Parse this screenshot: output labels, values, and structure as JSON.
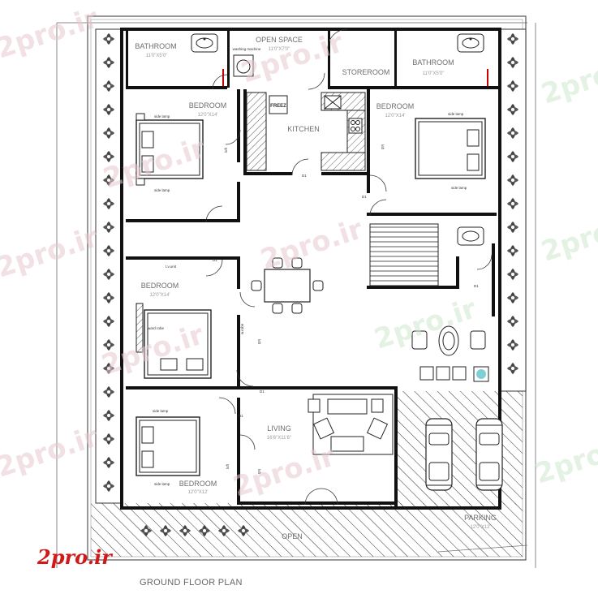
{
  "title": "GROUND FLOOR PLAN",
  "logo": "2pro.ir",
  "watermark": "2pro.ir",
  "rooms": {
    "bathroom_left": {
      "name": "BATHROOM",
      "dim": "11'0\"X5'0\""
    },
    "open_space": {
      "name": "OPEN SPACE",
      "dim": "11'0\"X7'0\""
    },
    "storeroom": {
      "name": "STOREROOM",
      "dim": ""
    },
    "bathroom_right": {
      "name": "BATHROOM",
      "dim": "11'0\"X5'0\""
    },
    "bedroom_top_left": {
      "name": "BEDROOM",
      "dim": "12'0\"X14'"
    },
    "kitchen": {
      "name": "KITCHEN",
      "dim": ""
    },
    "bedroom_top_right": {
      "name": "BEDROOM",
      "dim": "12'0\"X14'"
    },
    "bedroom_mid_left": {
      "name": "BEDROOM",
      "dim": "12'0\"X14'"
    },
    "living": {
      "name": "LIVING",
      "dim": "16'6\"X11'6\""
    },
    "bedroom_bottom_left": {
      "name": "BEDROOM",
      "dim": "12'0\"X12'"
    },
    "parking": {
      "name": "PARKING",
      "dim": "12'0\"X12'"
    },
    "open": {
      "name": "OPEN",
      "dim": ""
    }
  },
  "fixtures": {
    "washing_machine": "washing machine",
    "freez": "FREEZ",
    "side_lamp": "side lamp",
    "ward_robe": "ward robe",
    "tv_unit": "t.v.unit",
    "loft": "loft",
    "w_robe": "w.robe",
    "door_d1": "D1"
  },
  "colors": {
    "wall": "#111111",
    "label": "#6e6e6e",
    "logo": "#d11919",
    "watermark_pink": "#e8c9cf",
    "watermark_green": "#cfe8cf"
  }
}
